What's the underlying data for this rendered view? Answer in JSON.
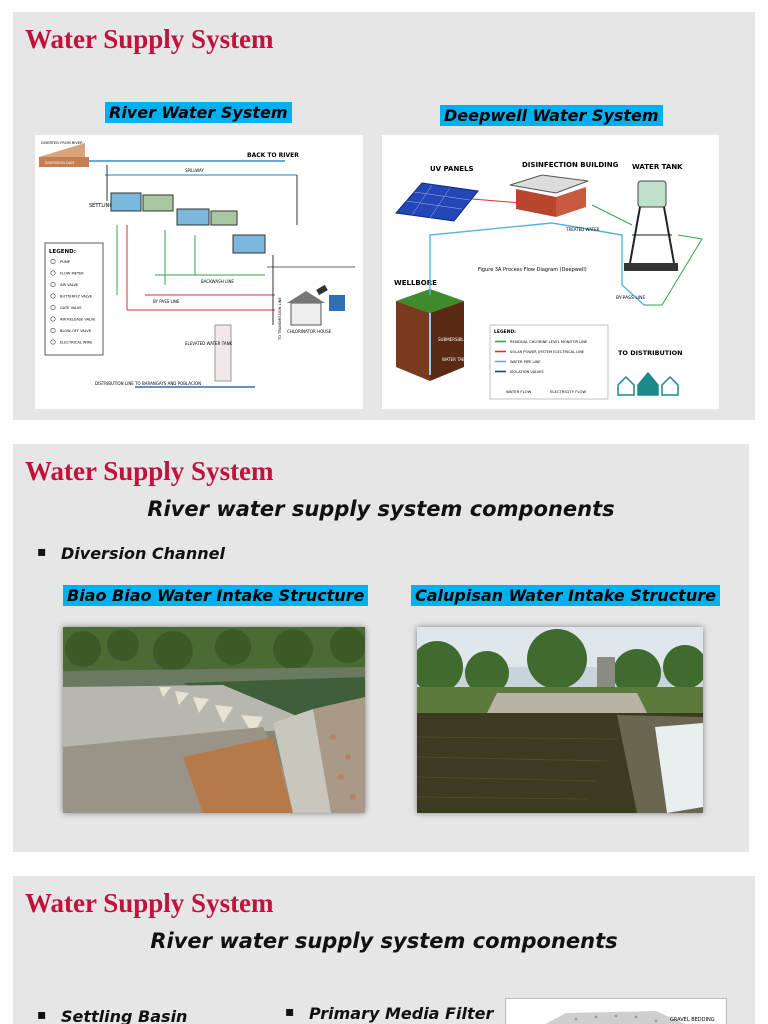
{
  "slide1": {
    "title": "Water Supply System",
    "river_tag": "River Water System",
    "deepwell_tag": "Deepwell Water System",
    "river_diagram": {
      "diverted": "DIVERTED FROM RIVER",
      "diversion_dam": "DIVERSION DAM",
      "back_to_river": "BACK TO RIVER",
      "spillway": "SPILLWAY",
      "settling": "SETTLING",
      "legend_title": "LEGEND:",
      "legend_items": [
        "PUMP",
        "FLOW METER",
        "AIR VALVE",
        "BUTTERFLY VALVE",
        "GATE VALVE",
        "AIR RELEASE VALVE",
        "BLOW-OFF VALVE",
        "ELECTRICAL WIRE"
      ],
      "backwash_line": "BACKWASH LINE",
      "bypass_line": "BY PASS LINE",
      "elevated_tank": "ELEVATED WATER TANK",
      "distribution": "DISTRIBUTION LINE TO BARANGAYS AND POBLACION",
      "chlorinator": "CHLORINATOR HOUSE",
      "to_transmission": "TO TRANSMISSION LINE"
    },
    "deepwell_diagram": {
      "uv_panels": "UV PANELS",
      "disinfection": "DISINFECTION BUILDING",
      "water_tank": "WATER TANK",
      "wellbore": "WELLBORE",
      "figure_caption": "Figure 3A  Process Flow Diagram (Deepwell)",
      "treated_water": "TREATED WATER",
      "bypass_line": "BY-PASS LINE",
      "to_distribution": "TO DISTRIBUTION",
      "pump": "SUBMERSIBLE PUMP",
      "water_table": "WATER TABLE",
      "legend_title": "LEGEND:",
      "legend_items": [
        "RESIDUAL CHLORINE LEVEL MONITOR LINE",
        "SOLAR POWER SYSTEM ELECTRICAL LINE",
        "WATER PIPE LINE",
        "ISOLATION VALVES"
      ],
      "water_flow": "WATER FLOW",
      "electricity_flow": "ELECTRICITY FLOW"
    }
  },
  "slide2": {
    "title": "Water Supply System",
    "subtitle": "River water supply system components",
    "bullet": "Diversion Channel",
    "left_tag": "Biao Biao Water Intake Structure",
    "right_tag": "Calupisan Water Intake Structure"
  },
  "slide3": {
    "title": "Water Supply System",
    "subtitle": "River water supply system components",
    "bullet1": "Settling Basin",
    "bullet2": "Primary Media Filter",
    "fig_label1": "GRAVEL BEDDING"
  },
  "colors": {
    "title": "#c0123c",
    "tag": "#00b0f0",
    "slide_bg": "#e6e6e6"
  }
}
